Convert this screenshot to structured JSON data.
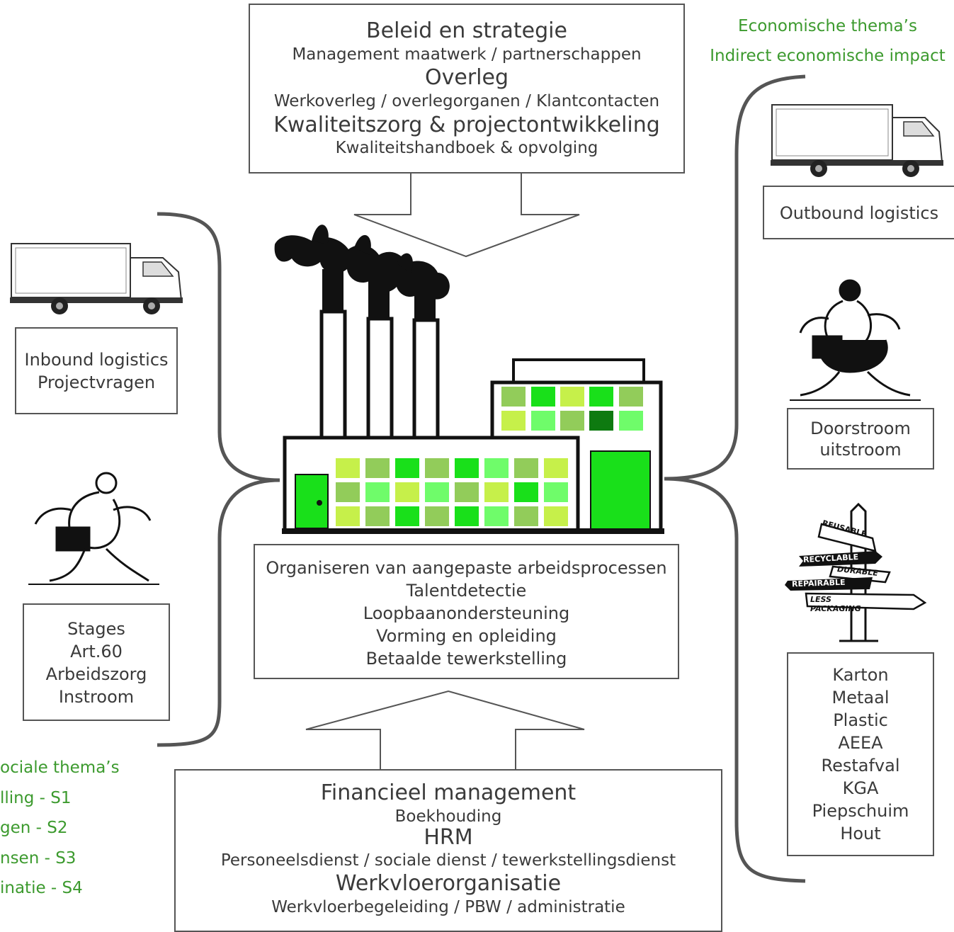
{
  "top_box": {
    "h1": "Beleid en strategie",
    "s1": "Management maatwerk / partnerschappen",
    "h2": "Overleg",
    "s2": "Werkoverleg / overlegorganen / Klantcontacten",
    "h3": "Kwaliteitszorg & projectontwikkeling",
    "s3": "Kwaliteitshandboek & opvolging"
  },
  "economic_themes": {
    "line1": "Economische thema’s",
    "line2": "Indirect economische impact"
  },
  "right": {
    "outbound": "Outbound logistics",
    "doorstroom": [
      "Doorstroom",
      "uitstroom"
    ],
    "signpost": [
      "REUSABLE",
      "RECYCLABLE",
      "DURABLE",
      "REPAIRABLE",
      "LESS PACKAGING"
    ],
    "materials": [
      "Karton",
      "Metaal",
      "Plastic",
      "AEEA",
      "Restafval",
      "KGA",
      "Piepschuim",
      "Hout"
    ]
  },
  "left": {
    "inbound": [
      "Inbound logistics",
      "Projectvragen"
    ],
    "stages": [
      "Stages",
      "Art.60",
      "Arbeidszorg",
      "Instroom"
    ],
    "social_themes": [
      "ociale thema’s",
      "lling - S1",
      "gen - S2",
      "nsen - S3",
      "inatie - S4"
    ]
  },
  "center_box": [
    "Organiseren van aangepaste arbeidsprocessen",
    "Talentdetectie",
    "Loopbaanondersteuning",
    "Vorming en opleiding",
    "Betaalde tewerkstelling"
  ],
  "bottom_box": {
    "h1": "Financieel management",
    "s1": "Boekhouding",
    "h2": "HRM",
    "s2": "Personeelsdienst / sociale dienst / tewerkstellingsdienst",
    "h3": "Werkvloerorganisatie",
    "s3": "Werkvloerbegeleiding / PBW / administratie"
  },
  "colors": {
    "accent_green": "#3c9a2e",
    "window_greens": [
      "#c6f04a",
      "#92cc5a",
      "#19e01a",
      "#6ffc6a",
      "#0e7a10"
    ],
    "border": "#555555"
  },
  "icons": [
    "truck-icon",
    "running-man-icon",
    "running-woman-icon",
    "signpost-icon",
    "factory-icon"
  ]
}
